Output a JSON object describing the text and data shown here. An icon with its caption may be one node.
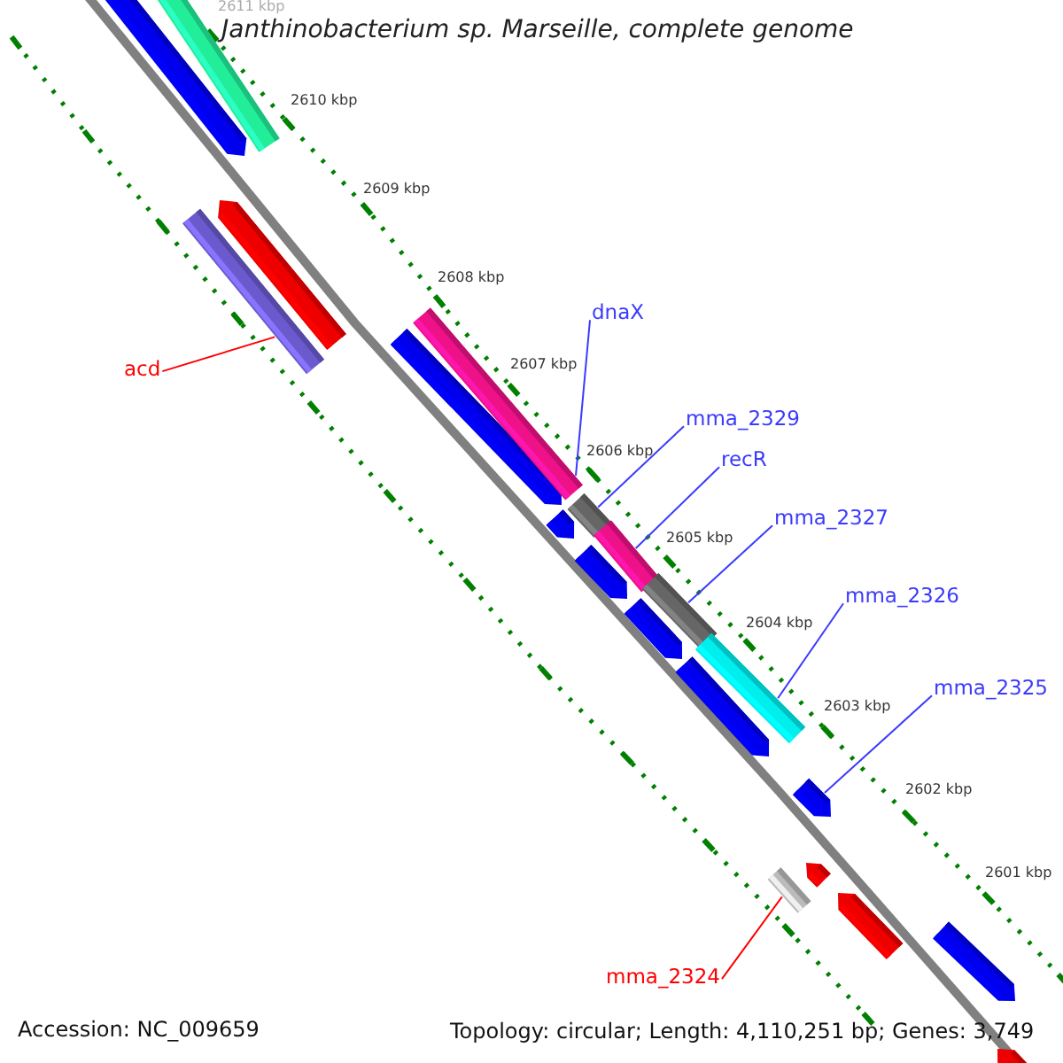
{
  "diagram": {
    "title": "Janthinobacterium sp. Marseille, complete genome",
    "nodes": [
      {
        "text": [
          "acd"
        ]
      },
      {
        "text": [
          "dnaX"
        ]
      },
      {
        "text": [
          "mma_2329"
        ]
      },
      {
        "text": [
          "recR"
        ]
      },
      {
        "text": [
          "mma_2327"
        ]
      },
      {
        "text": [
          "mma_2326"
        ]
      },
      {
        "text": [
          "mma_2325"
        ]
      },
      {
        "text": [
          "mma_2324"
        ]
      },
      {
        "text": [],
        "shape": "bar"
      },
      {
        "text": [],
        "shape": "bar"
      },
      {
        "text": [],
        "shape": "bar"
      },
      {
        "text": [],
        "shape": "bar"
      },
      {
        "text": [],
        "shape": "bar"
      },
      {
        "text": [],
        "shape": "bar"
      },
      {
        "text": [],
        "shape": "arrow"
      },
      {
        "text": [],
        "shape": "bar"
      }
    ],
    "edges": [
      {
        "from": 0,
        "to": 8,
        "arrow": "none",
        "color": "#ff0000"
      },
      {
        "from": 1,
        "to": 9,
        "arrow": "none"
      },
      {
        "from": 2,
        "to": 10,
        "arrow": "none"
      },
      {
        "from": 3,
        "to": 11,
        "arrow": "none"
      },
      {
        "from": 4,
        "to": 12,
        "arrow": "none"
      },
      {
        "from": 5,
        "to": 13,
        "arrow": "none"
      },
      {
        "from": 6,
        "to": 14,
        "arrow": "none"
      },
      {
        "from": 7,
        "to": 15,
        "arrow": "none",
        "color": "#ff0000"
      }
    ],
    "labels": [
      "2611 kbp",
      "2610 kbp",
      "2609 kbp",
      "2608 kbp",
      "2607 kbp",
      "2606 kbp",
      "2605 kbp",
      "2604 kbp",
      "2603 kbp",
      "2602 kbp",
      "2601 kbp",
      "Accession: NC_009659",
      "Topology: circular; Length: 4,110,251 bp; Genes: 3,749"
    ]
  }
}
